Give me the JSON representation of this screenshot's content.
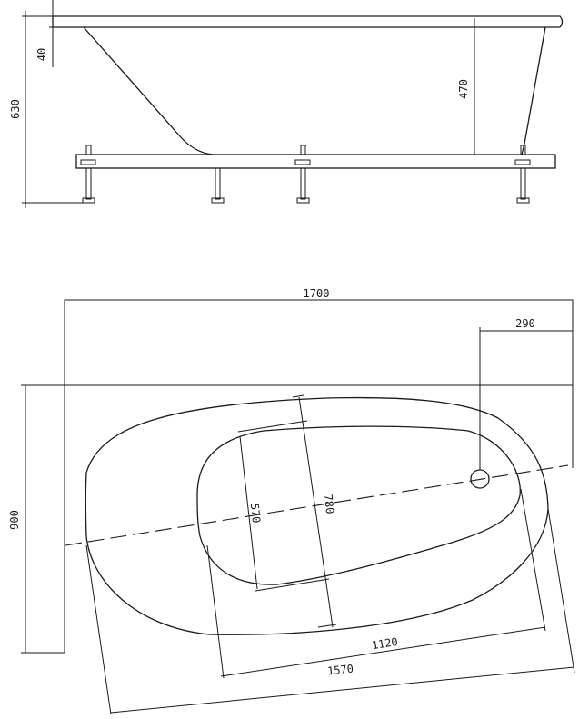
{
  "side_view": {
    "dims": {
      "total_height": "630",
      "rim": "40",
      "inner_depth": "470"
    }
  },
  "top_view": {
    "dims": {
      "length": "1700",
      "width": "900",
      "drain_offset": "290",
      "inner_width": "570",
      "outer_width": "780",
      "inner_length": "1120",
      "outer_length": "1570"
    }
  }
}
